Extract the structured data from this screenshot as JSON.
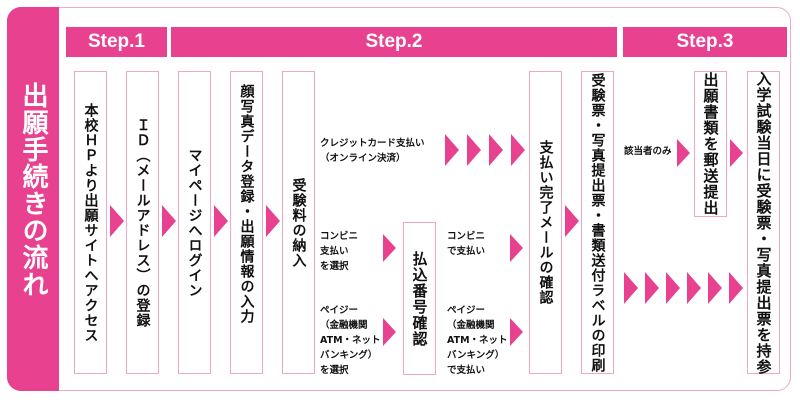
{
  "title": "出願手続きの流れ",
  "colors": {
    "accent": "#e8418f",
    "border": "#f0a8c8"
  },
  "steps": [
    {
      "label": "Step.1"
    },
    {
      "label": "Step.2"
    },
    {
      "label": "Step.3"
    }
  ],
  "boxes": {
    "hp_access": "本校ＨＰより出願サイトへアクセス",
    "id_register": "ＩＤ（メールアドレス）の登録",
    "mypage_login": "マイページへログイン",
    "photo_input": "顔写真データ登録・出願情報の入力",
    "fee_payment": "受験料の納入",
    "payment_number": "払込番号確認",
    "payment_complete": "支払い完了メールの確認",
    "print_tickets": "受験票・写真提出票・書類送付ラベルの印刷",
    "mail_documents": "出願書類を郵送提出",
    "exam_day": "入学試験当日に受験票・写真提出票を持参"
  },
  "notes": {
    "credit_card": "クレジットカード支払い\n（オンライン決済）",
    "convenience_select": "コンビニ\n支払い\nを選択",
    "payeasy_select": "ペイジー\n（金融機関\nATM・ネット\nバンキング）\nを選択",
    "convenience_pay": "コンビニ\nで支払い",
    "payeasy_pay": "ペイジー\n（金融機関\nATM・ネット\nバンキング）\nで支払い",
    "applicable_only": "該当者のみ"
  }
}
